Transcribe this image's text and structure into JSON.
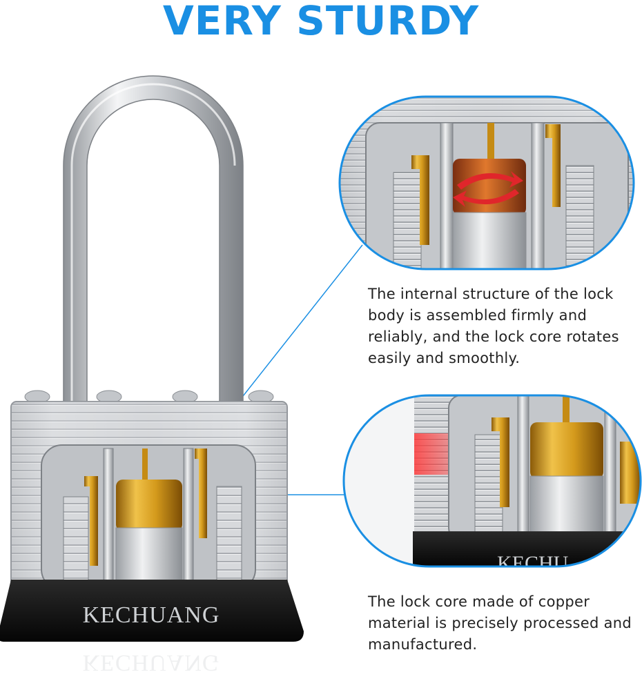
{
  "headline": "VERY STURDY",
  "brand": {
    "name": "KECHUANG",
    "zoom_brand_fragment": "KECHU"
  },
  "captions": {
    "internal_structure": "The internal structure of the lock body is assembled firmly and reliably, and the lock core rotates easily and smoothly.",
    "copper_core": "The lock core made of copper material is precisely processed and manufactured."
  },
  "colors": {
    "accent": "#1a8fe3",
    "text": "#222222",
    "brass": "#d9a21b",
    "steel": "#c7c9cc",
    "base": "#151515",
    "rotate_arrow": "#e0262b"
  }
}
